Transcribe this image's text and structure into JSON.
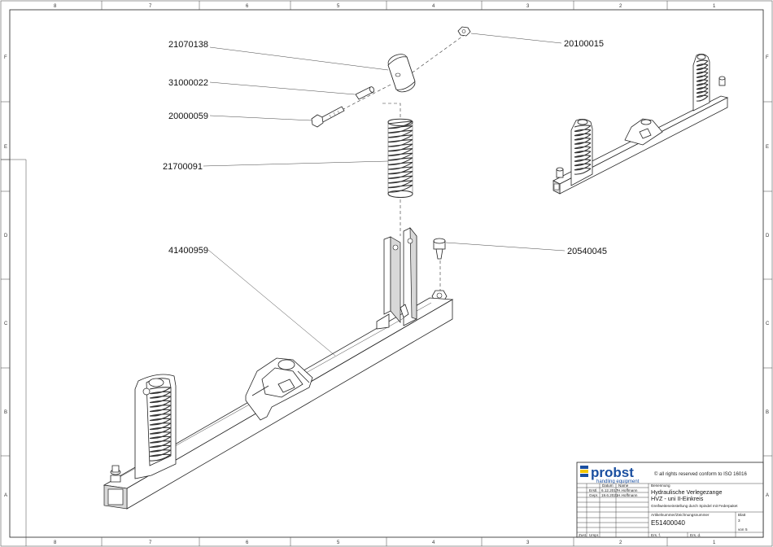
{
  "grid": {
    "columns": [
      "8",
      "7",
      "6",
      "5",
      "4",
      "3",
      "2",
      "1"
    ],
    "rows": [
      "F",
      "E",
      "D",
      "C",
      "B",
      "A"
    ]
  },
  "part_labels": [
    {
      "id": "p1",
      "number": "21070138"
    },
    {
      "id": "p2",
      "number": "31000022"
    },
    {
      "id": "p3",
      "number": "20000059"
    },
    {
      "id": "p4",
      "number": "21700091"
    },
    {
      "id": "p5",
      "number": "41400959"
    },
    {
      "id": "p6",
      "number": "20100015"
    },
    {
      "id": "p7",
      "number": "20540045"
    }
  ],
  "title_block": {
    "logo_text": "probst",
    "logo_tagline": "handling equipment",
    "copyright": "© all rights reserved conform to ISO 16016",
    "header_datum": "Datum",
    "header_name": "Name",
    "header_benennung": "Benennung",
    "rows": [
      {
        "label": "Erstl.",
        "date": "6.12.2017",
        "name": "H.Hoffmann"
      },
      {
        "label": "Gepr.",
        "date": "19.6.2021",
        "name": "H.Hoffmann"
      }
    ],
    "title_line1": "Hydraulische Verlegezange",
    "title_line2": "HVZ - uni II-Einkreis",
    "title_line3": "Greifweiteneinstellung durch Spindel mit Federpaket",
    "article_label": "Artikelnummer/Zeichnungsnummer",
    "article_number": "E51400040",
    "blatt_label": "Blatt",
    "blatt_value": "3",
    "von_label": "von",
    "von_value": "5",
    "footer": [
      "Zust.",
      "Urspr.",
      "Ers. f.",
      "Ers. d."
    ]
  }
}
